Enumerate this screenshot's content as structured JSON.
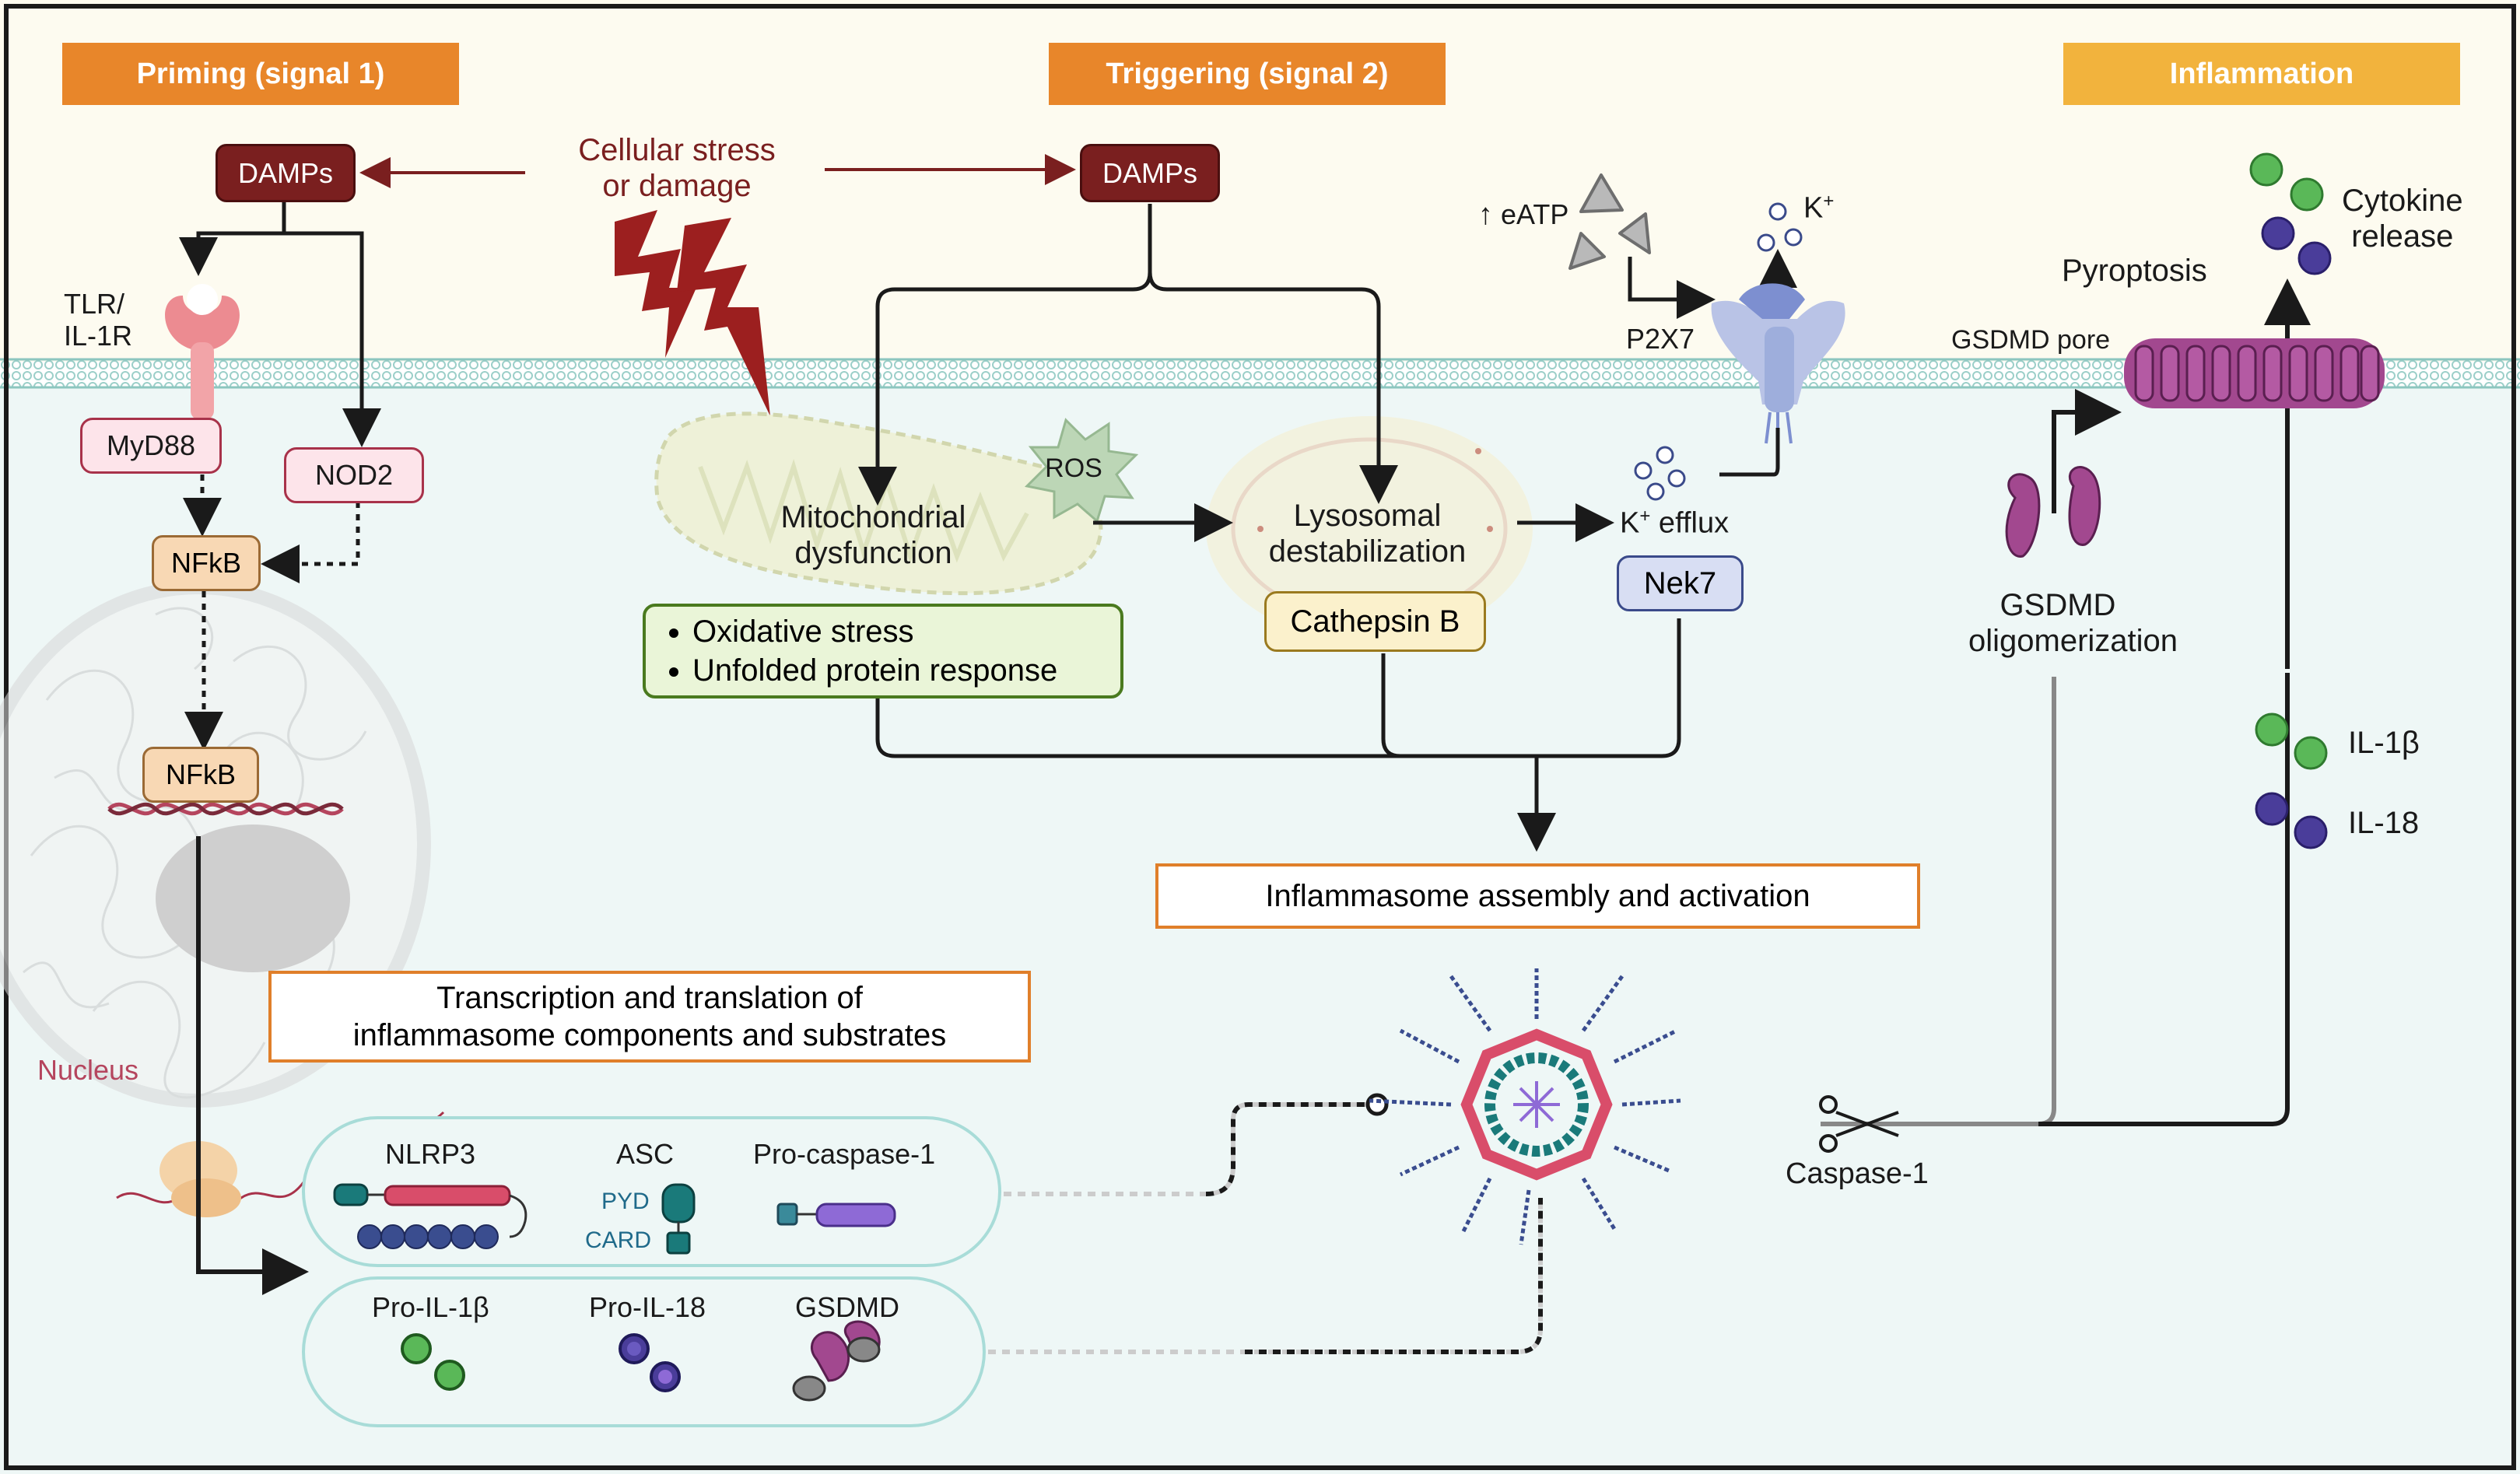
{
  "headers": {
    "priming": "Priming (signal 1)",
    "triggering": "Triggering (signal 2)",
    "inflammation": "Inflammation"
  },
  "left": {
    "damps": "DAMPs",
    "tlr": "TLR/\nIL-1R",
    "myd88": "MyD88",
    "nod2": "NOD2",
    "nfkb_top": "NFkB",
    "nfkb_nucleus": "NFkB",
    "nucleus": "Nucleus"
  },
  "stress": {
    "label": "Cellular stress\nor damage"
  },
  "middle": {
    "damps": "DAMPs",
    "ros": "ROS",
    "mito": "Mitochondrial\ndysfunction",
    "lyso": "Lysosomal\ndestabilization",
    "cathepsin": "Cathepsin B",
    "bullets": [
      "Oxidative stress",
      "Unfolded protein response"
    ],
    "eatp": "eATP",
    "k_out": "K",
    "k_sup": "+",
    "p2x7": "P2X7",
    "k_efflux": "K",
    "k_efflux_sup": "+",
    "k_efflux_tail": " efflux",
    "nek7": "Nek7"
  },
  "assembly": "Inflammasome assembly and activation",
  "transcription": "Transcription and translation of\ninflammasome components and substrates",
  "components": {
    "nlrp3": "NLRP3",
    "asc": "ASC",
    "pyd": "PYD",
    "card": "CARD",
    "procasp": "Pro-caspase-1",
    "proil1b": "Pro-IL-1β",
    "proil18": "Pro-IL-18",
    "gsdmd": "GSDMD"
  },
  "right": {
    "caspase": "Caspase-1",
    "gsdmd_olig": "GSDMD\noligomerization",
    "gsdmd_pore": "GSDMD pore",
    "pyroptosis": "Pyroptosis",
    "cytokine": "Cytokine\nrelease",
    "il1b": "IL-1β",
    "il18": "IL-18"
  },
  "colors": {
    "orange_header": "#e8862a",
    "yellow_header": "#f2b33d",
    "damps": "#7a1f1f",
    "membrane_band": "#a6d4d0",
    "cytoplasm": "#eef7f6",
    "extracellular": "#fdfbf0",
    "gsdmd": "#a2488f",
    "il1b": "#4caf50",
    "il18": "#4a3d9a"
  }
}
